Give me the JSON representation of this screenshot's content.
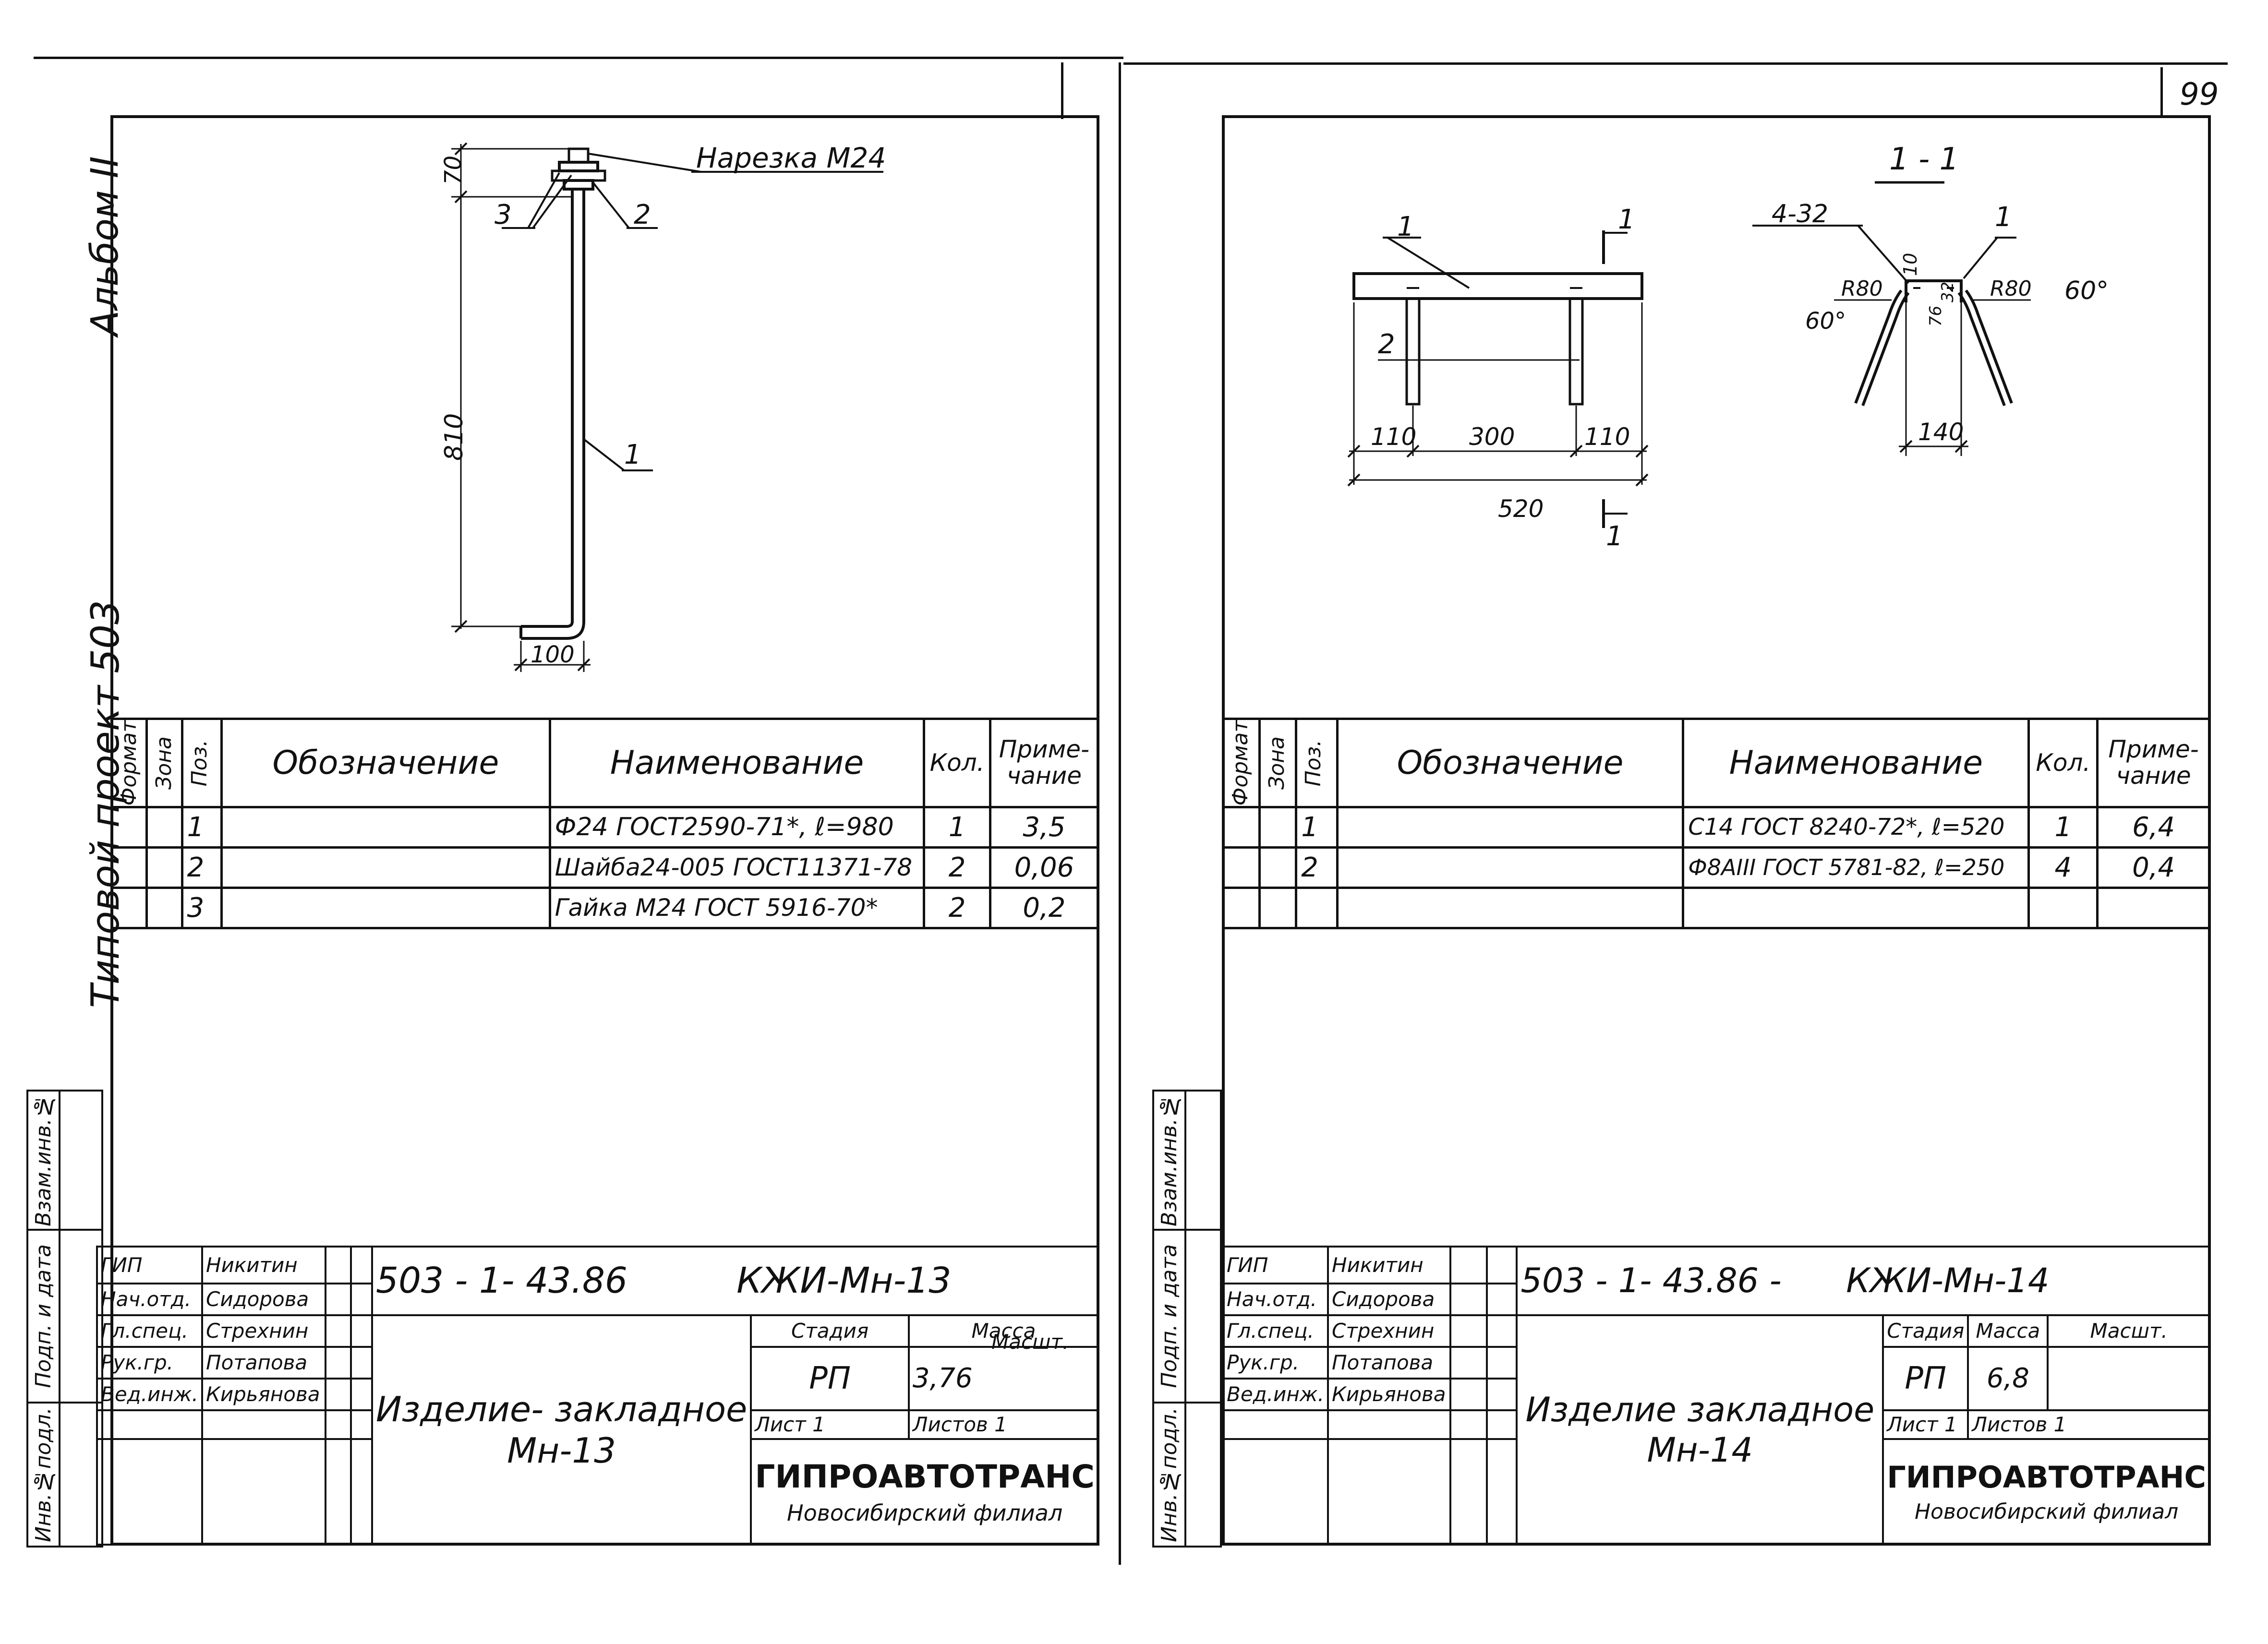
{
  "page_number": "99",
  "left_margin": {
    "album": "Альбом II",
    "project": "Типовой проект 503"
  },
  "side_stamp_cells": [
    "Взам.инв.№",
    "Подп. и дата",
    "Инв.№подл."
  ],
  "spec_headers": {
    "format": "Формат",
    "zone": "Зона",
    "pos": "Поз.",
    "designation": "Обозначение",
    "name": "Наименование",
    "qty": "Кол.",
    "note": "Приме-\nчание"
  },
  "left_sheet": {
    "drawing": {
      "callout_thread": "Нарезка M24",
      "pos_1": "1",
      "pos_2": "2",
      "pos_3": "3",
      "dim_70": "70",
      "dim_810": "810",
      "dim_100": "100"
    },
    "spec_rows": [
      {
        "pos": "1",
        "name": "Ф24 ГОСТ2590-71*, ℓ=980",
        "qty": "1",
        "note": "3,5"
      },
      {
        "pos": "2",
        "name": "Шайба24-005 ГОСТ11371-78",
        "qty": "2",
        "note": "0,06"
      },
      {
        "pos": "3",
        "name": "Гайка М24 ГОСТ 5916-70*",
        "qty": "2",
        "note": "0,2"
      }
    ],
    "title_block": {
      "doc_code": "503 - 1- 43.86",
      "doc_mark": "КЖИ-Мн-13",
      "title": "Изделие- закладное\nМн-13",
      "stage_label": "Стадия",
      "mass_label": "Масса",
      "scale_label": "Масшт.",
      "stage": "РП",
      "mass": "3,76",
      "scale": "",
      "sheet": "Лист 1",
      "sheets": "Листов 1",
      "org": "ГИПРОАВТОТРАНС",
      "branch": "Новосибирский филиал",
      "people": [
        {
          "role": "ГИП",
          "name": "Никитин"
        },
        {
          "role": "Нач.отд.",
          "name": "Сидорова"
        },
        {
          "role": "Гл.спец.",
          "name": "Стрехнин"
        },
        {
          "role": "Рук.гр.",
          "name": "Потапова"
        },
        {
          "role": "Вед.инж.",
          "name": "Кирьянова"
        }
      ]
    }
  },
  "right_sheet": {
    "drawing": {
      "section_label": "1 - 1",
      "cut_mark_top": "1",
      "cut_mark_bottom": "1",
      "pos_1": "1",
      "pos_2": "2",
      "pos_1_section": "1",
      "weld": "4-32",
      "dim_110_left": "110",
      "dim_300": "300",
      "dim_110_right": "110",
      "dim_520": "520",
      "dim_140": "140",
      "dim_10": "10",
      "dim_76": "76",
      "dim_32": "32",
      "r80_left": "R80",
      "r80_right": "R80",
      "angle_left": "60°",
      "angle_right": "60°"
    },
    "spec_rows": [
      {
        "pos": "1",
        "name": "С14 ГОСТ 8240-72*, ℓ=520",
        "qty": "1",
        "note": "6,4"
      },
      {
        "pos": "2",
        "name": "Ф8АIII ГОСТ 5781-82, ℓ=250",
        "qty": "4",
        "note": "0,4"
      }
    ],
    "title_block": {
      "doc_code": "503 - 1- 43.86 -",
      "doc_mark": "КЖИ-Мн-14",
      "title": "Изделие закладное\nМн-14",
      "stage_label": "Стадия",
      "mass_label": "Масса",
      "scale_label": "Масшт.",
      "stage": "РП",
      "mass": "6,8",
      "scale": "",
      "sheet": "Лист 1",
      "sheets": "Листов 1",
      "org": "ГИПРОАВТОТРАНС",
      "branch": "Новосибирский филиал",
      "people": [
        {
          "role": "ГИП",
          "name": "Никитин"
        },
        {
          "role": "Нач.отд.",
          "name": "Сидорова"
        },
        {
          "role": "Гл.спец.",
          "name": "Стрехнин"
        },
        {
          "role": "Рук.гр.",
          "name": "Потапова"
        },
        {
          "role": "Вед.инж.",
          "name": "Кирьянова"
        }
      ]
    }
  }
}
